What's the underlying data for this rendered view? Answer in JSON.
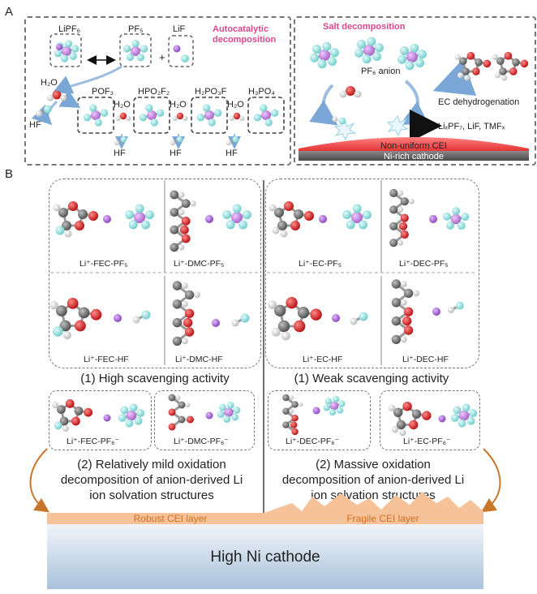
{
  "panel_a": {
    "letter": "A",
    "left_title_1": "Autocatalytic",
    "left_title_2": "decomposition",
    "right_title": "Salt decomposition",
    "lipf6": "LiPF₆",
    "pf5": "PF₅",
    "lif": "LiF",
    "plus": "+",
    "h2o": "H₂O",
    "hf": "HF",
    "pof3": "POF₃",
    "hpo2f2": "HPO₂F₂",
    "h2po3f": "H₂PO₃F",
    "h3po4": "H₃PO₄",
    "pf6_anion": "PF₆ anion",
    "ec_dehydro": "EC dehydrogenation",
    "products": "LiₓPF₇, LiF, TMFₓ",
    "non_uniform": "Non-uniform CEI",
    "ni_rich": "Ni-rich cathode"
  },
  "panel_b": {
    "letter": "B",
    "labels": {
      "fec_pf5": "Li⁺-FEC-PF₅",
      "dmc_pf5": "Li⁺-DMC-PF₅",
      "ec_pf5": "Li⁺-EC-PF₅",
      "dec_pf5": "Li⁺-DEC-PF₅",
      "fec_hf": "Li⁺-FEC-HF",
      "dmc_hf": "Li⁺-DMC-HF",
      "ec_hf": "Li⁺-EC-HF",
      "dec_hf": "Li⁺-DEC-HF",
      "fec_pf6": "Li⁺-FEC-PF₆⁻",
      "dmc_pf6": "Li⁺-DMC-PF₆⁻",
      "dec_pf6": "Li⁺-DEC-PF₆⁻",
      "ec_pf6": "Li⁺-EC-PF₆⁻"
    },
    "high_scav": "(1) High scavenging activity",
    "weak_scav": "(1) Weak scavenging activity",
    "mild_1": "(2) Relatively mild oxidation",
    "mild_2": "decomposition of anion-derived Li",
    "mild_3": "ion solvation structures",
    "massive_1": "(2) Massive oxidation",
    "massive_2": "decomposition of anion-derived Li",
    "massive_3": "ion solvation structures",
    "robust": "Robust CEI layer",
    "fragile": "Fragile CEI layer",
    "cathode": "High Ni cathode"
  },
  "colors": {
    "carbon": "#5a5a5a",
    "oxygen": "#d41a1a",
    "hydrogen": "#e8e8e8",
    "fluorine": "#8ee0e0",
    "phosphorus": "#c58ad9",
    "lithium": "#a25fd0",
    "pink_title": "#e0468e",
    "cei_orange": "#f4b27a",
    "arrow_orange": "#c8762a"
  }
}
